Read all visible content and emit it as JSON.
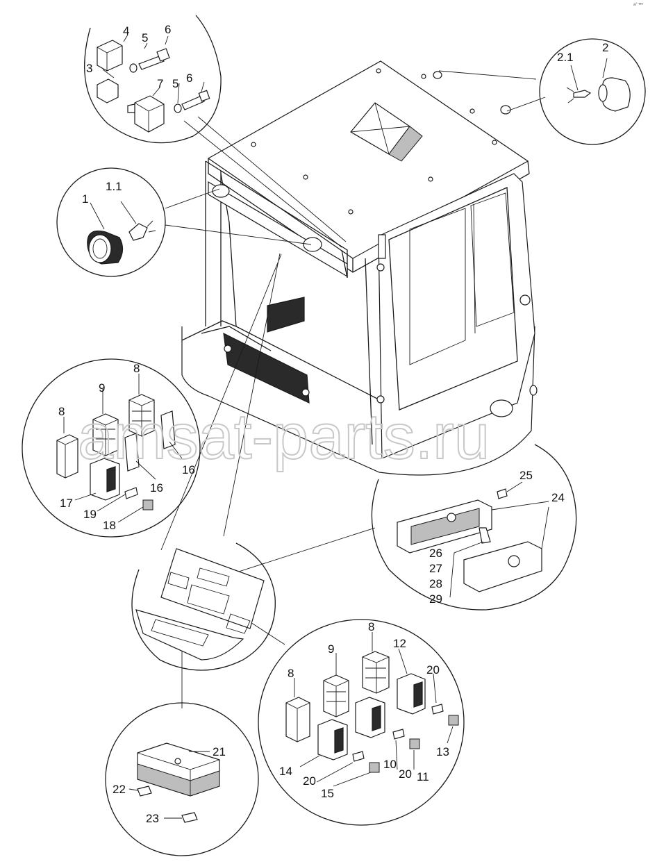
{
  "watermark": "amsat-parts.ru",
  "corner_mark": "a° •••",
  "callouts": [
    {
      "id": "c4",
      "text": "4"
    },
    {
      "id": "c5a",
      "text": "5"
    },
    {
      "id": "c6a",
      "text": "6"
    },
    {
      "id": "c3",
      "text": "3"
    },
    {
      "id": "c7",
      "text": "7"
    },
    {
      "id": "c5b",
      "text": "5"
    },
    {
      "id": "c6b",
      "text": "6"
    },
    {
      "id": "c2",
      "text": "2"
    },
    {
      "id": "c21",
      "text": "2.1"
    },
    {
      "id": "c1",
      "text": "1"
    },
    {
      "id": "c11a",
      "text": "1.1"
    },
    {
      "id": "c8a",
      "text": "8"
    },
    {
      "id": "c9a",
      "text": "9"
    },
    {
      "id": "c8b",
      "text": "8"
    },
    {
      "id": "c16a",
      "text": "16"
    },
    {
      "id": "c16b",
      "text": "16"
    },
    {
      "id": "c17",
      "text": "17"
    },
    {
      "id": "c19",
      "text": "19"
    },
    {
      "id": "c18",
      "text": "18"
    },
    {
      "id": "c25",
      "text": "25"
    },
    {
      "id": "c24",
      "text": "24"
    },
    {
      "id": "c26",
      "text": "26"
    },
    {
      "id": "c27",
      "text": "27"
    },
    {
      "id": "c28",
      "text": "28"
    },
    {
      "id": "c29",
      "text": "29"
    },
    {
      "id": "c8c",
      "text": "8"
    },
    {
      "id": "c9b",
      "text": "9"
    },
    {
      "id": "c12",
      "text": "12"
    },
    {
      "id": "c8d",
      "text": "8"
    },
    {
      "id": "c20a",
      "text": "20"
    },
    {
      "id": "c13",
      "text": "13"
    },
    {
      "id": "c14",
      "text": "14"
    },
    {
      "id": "c10",
      "text": "10"
    },
    {
      "id": "c20b",
      "text": "20"
    },
    {
      "id": "c11",
      "text": "11"
    },
    {
      "id": "c20c",
      "text": "20"
    },
    {
      "id": "c15",
      "text": "15"
    },
    {
      "id": "c21b",
      "text": "21"
    },
    {
      "id": "c22",
      "text": "22"
    },
    {
      "id": "c23",
      "text": "23"
    }
  ]
}
